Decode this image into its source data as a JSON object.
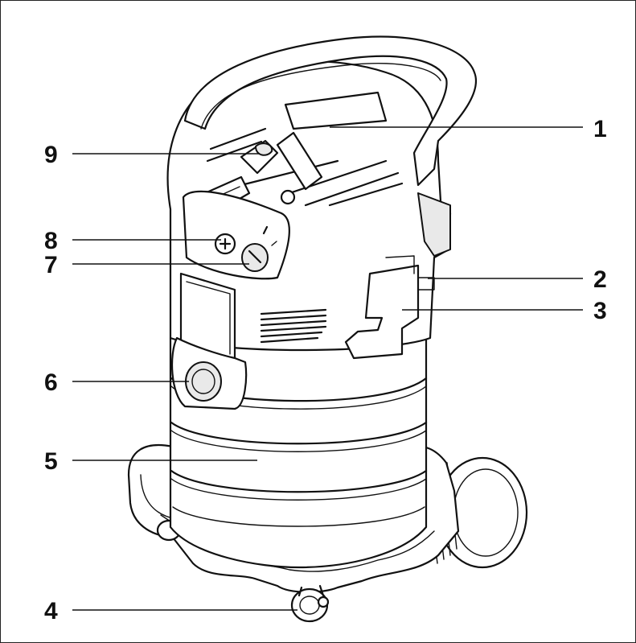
{
  "figure": {
    "subject": "wet/dry vacuum cleaner",
    "callouts": [
      {
        "id": "1",
        "label": "1"
      },
      {
        "id": "2",
        "label": "2"
      },
      {
        "id": "3",
        "label": "3"
      },
      {
        "id": "4",
        "label": "4"
      },
      {
        "id": "5",
        "label": "5"
      },
      {
        "id": "6",
        "label": "6"
      },
      {
        "id": "7",
        "label": "7"
      },
      {
        "id": "8",
        "label": "8"
      },
      {
        "id": "9",
        "label": "9"
      }
    ]
  }
}
